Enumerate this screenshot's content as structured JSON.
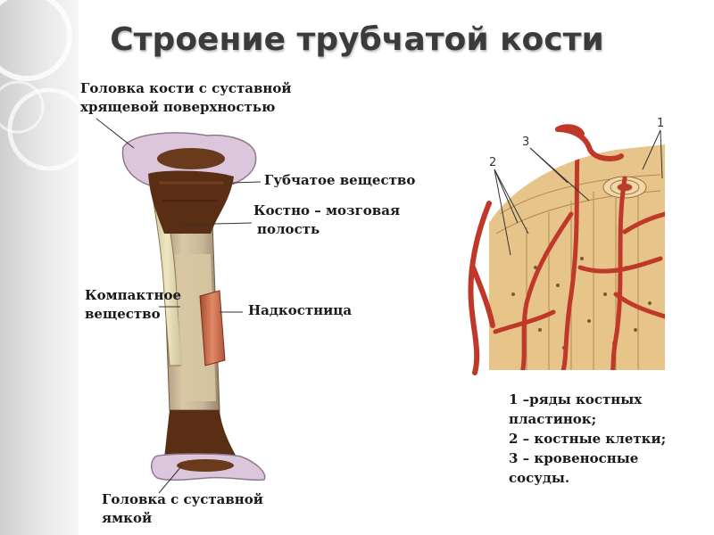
{
  "title": "Строение трубчатой кости",
  "labels": {
    "head_top_line1": "Головка кости с суставной",
    "head_top_line2": "хрящевой поверхностью",
    "spongy": "Губчатое вещество",
    "marrow_line1": "Костно – мозговая",
    "marrow_line2": "полость",
    "compact_line1": "Компактное",
    "compact_line2": "вещество",
    "periosteum": "Надкостница",
    "head_bottom_line1": "Головка с суставной",
    "head_bottom_line2": "ямкой"
  },
  "micro_numbers": {
    "n1": "1",
    "n2": "2",
    "n3": "3"
  },
  "legend": {
    "line1": "1 –ряды костных",
    "line2": "пластинок;",
    "line3": "2 – костные клетки;",
    "line4": "3 – кровеносные",
    "line5": "сосуды."
  },
  "colors": {
    "cartilage": "#dcc6dc",
    "spongy": "#5a2e14",
    "compact": "#e2cfa6",
    "shaft": "#c8b79a",
    "periosteum": "#c86b48",
    "vessel": "#c0382a",
    "micro_bg": "#e6c48a"
  }
}
